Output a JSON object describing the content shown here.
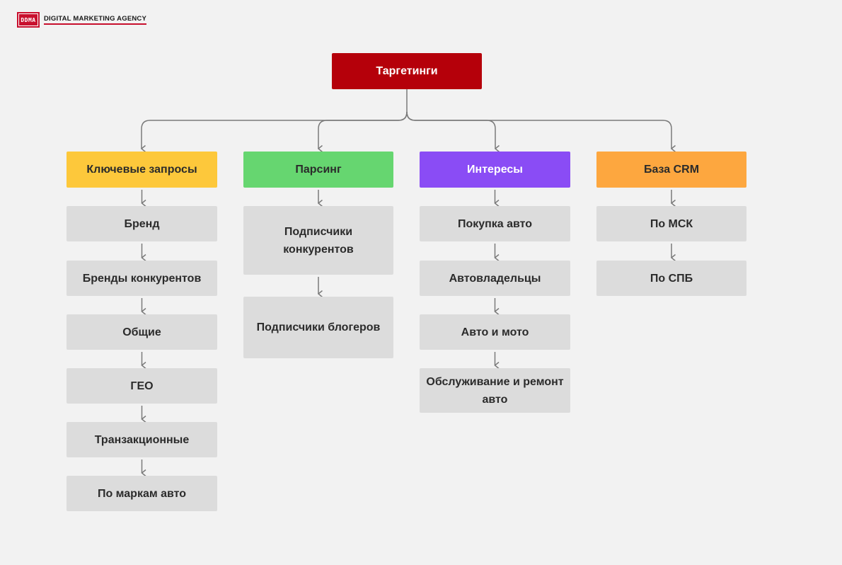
{
  "brand": {
    "mark": "DDMA",
    "name": "DIGITAL MARKETING AGENCY",
    "accent": "#c8102e"
  },
  "diagram": {
    "root": {
      "label": "Таргетинги",
      "color": "#b5000a"
    },
    "columns": [
      {
        "label": "Ключевые запросы",
        "color": "#fdc83b",
        "items": [
          "Бренд",
          "Бренды конкурентов",
          "Общие",
          "ГЕО",
          "Транзакционные",
          "По маркам авто"
        ]
      },
      {
        "label": "Парсинг",
        "color": "#66d670",
        "items": [
          "Подписчики конкурентов",
          "Подписчики блогеров"
        ]
      },
      {
        "label": "Интересы",
        "color": "#8a4cf5",
        "items": [
          "Покупка авто",
          "Автовладельцы",
          "Авто и мото",
          "Обслуживание и ремонт авто"
        ]
      },
      {
        "label": "База CRM",
        "color": "#fda73f",
        "items": [
          "По МСК",
          "По СПБ"
        ]
      }
    ],
    "item_color": "#dcdcdc",
    "line_color": "#7a7a7a"
  }
}
